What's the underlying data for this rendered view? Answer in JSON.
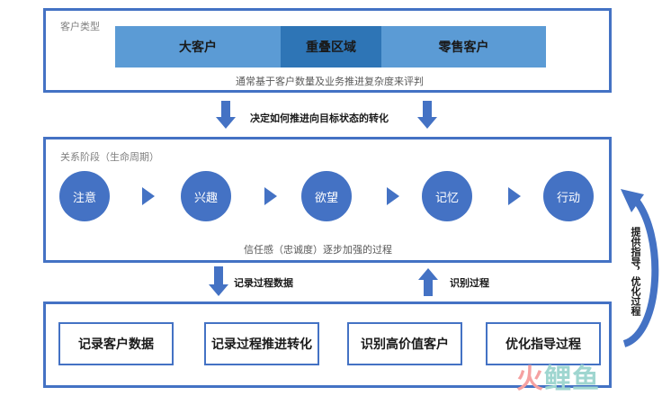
{
  "customer_type": {
    "title": "客户类型",
    "bands": [
      "大客户",
      "重叠区域",
      "零售客户"
    ],
    "caption": "通常基于客户数量及业务推进复杂度来评判"
  },
  "connector_top": {
    "label": "决定如何推进向目标状态的转化"
  },
  "relationship": {
    "title": "关系阶段（生命周期）",
    "stages": [
      "注意",
      "兴趣",
      "欲望",
      "记忆",
      "行动"
    ],
    "caption": "信任感（忠诚度）逐步加强的过程"
  },
  "connector_left": {
    "label": "记录过程数据"
  },
  "connector_right": {
    "label": "识别过程"
  },
  "actions": {
    "items": [
      "记录客户数据",
      "记录过程推进转化",
      "识别高价值客户",
      "优化指导过程"
    ]
  },
  "feedback": {
    "label": "提供指导，优化过程"
  },
  "watermark": {
    "part1": "火",
    "part2": "鲤鱼"
  },
  "colors": {
    "accent": "#4472c4",
    "band_light": "#5b9bd5",
    "band_dark": "#2e75b6"
  }
}
